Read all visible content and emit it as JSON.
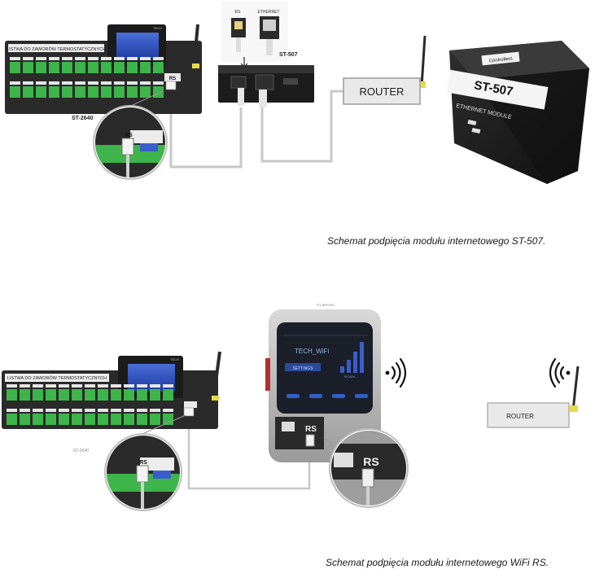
{
  "diagram1": {
    "controller_label": "ST-2640",
    "controller_strip_title": "LISTWA DO ZAWORÓW TERMOSTATYCZNYCH",
    "controller_screen_brand": "TECH",
    "rs_label": "RS",
    "rs_zoom_label": "RS",
    "module_label": "ST-507",
    "port_rs": "RS",
    "port_ethernet": "ETHERNET",
    "router_label": "ROUTER",
    "box_brand": "Controllers",
    "box_model": "ST-507",
    "box_subtitle": "ETHERNET MODULE"
  },
  "diagram2": {
    "controller_label": "ST-2640",
    "controller_strip_title": "LISTWA DO ZAWORÓW TERMOSTATYCZNYCH",
    "controller_screen_brand": "TECH",
    "rs_zoom_label": "RS",
    "wifi_top_label": "ST-WIFI RS",
    "wifi_screen_title": "TECH_WiFi",
    "wifi_screen_button": "SETTINGS",
    "wifi_screen_signal": "SIGNAL",
    "wifi_rs_label": "RS",
    "wifi_rs_zoom_label": "RS",
    "router_label": "ROUTER"
  },
  "captions": {
    "caption1": "Schemat podpięcia modułu internetowego ST-507.",
    "caption2": "Schemat podpięcia modułu internetowego WiFi RS."
  },
  "colors": {
    "controller_body": "#2a2a2a",
    "terminal_green": "#3db54a",
    "cable": "#c8c8c8",
    "router_fill": "#e9e9e9",
    "antenna_tip": "#e8d84a",
    "box_dark": "#1c1c1c"
  }
}
